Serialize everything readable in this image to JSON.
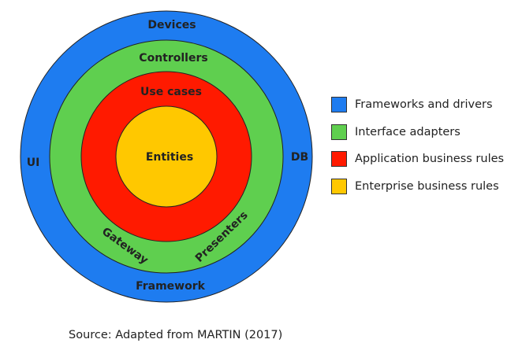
{
  "rings": [
    {
      "id": "frameworks",
      "color": "#1e7cf0"
    },
    {
      "id": "interface",
      "color": "#5fcf4f"
    },
    {
      "id": "application",
      "color": "#ff1a00"
    },
    {
      "id": "enterprise",
      "color": "#ffc800"
    }
  ],
  "labels": {
    "devices": "Devices",
    "ui": "UI",
    "db": "DB",
    "framework": "Framework",
    "controllers": "Controllers",
    "gateway": "Gateway",
    "presenters": "Presenters",
    "use_cases": "Use cases",
    "entities": "Entities"
  },
  "legend": [
    {
      "label": "Frameworks and drivers",
      "color": "#1e7cf0"
    },
    {
      "label": "Interface adapters",
      "color": "#5fcf4f"
    },
    {
      "label": "Application business rules",
      "color": "#ff1a00"
    },
    {
      "label": "Enterprise business rules",
      "color": "#ffc800"
    }
  ],
  "source": "Source: Adapted from MARTIN (2017)"
}
